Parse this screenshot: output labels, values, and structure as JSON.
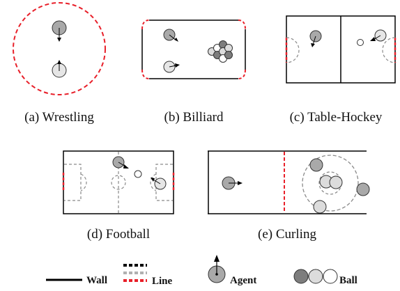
{
  "panels": {
    "wrestling": {
      "caption": "(a) Wrestling"
    },
    "billiard": {
      "caption": "(b) Billiard"
    },
    "table_hockey": {
      "caption": "(c) Table-Hockey"
    },
    "football": {
      "caption": "(d) Football"
    },
    "curling": {
      "caption": "(e) Curling"
    }
  },
  "legend": {
    "wall": "Wall",
    "line": "Line",
    "agent": "Agent",
    "ball": "Ball"
  },
  "colors": {
    "wall": "#000000",
    "boundary_red": "#e8202a",
    "dash_gray": "#8a8a8a",
    "agent_fill": "#a9a9a9",
    "agent_light_fill": "#e6e6e6",
    "ball_dark": "#7d7d7d",
    "ball_light": "#dcdcdc",
    "ball_white": "#ffffff"
  },
  "icons": {
    "agent": "agent-circle-with-arrow-icon",
    "ball": "ball-circle-icon"
  }
}
